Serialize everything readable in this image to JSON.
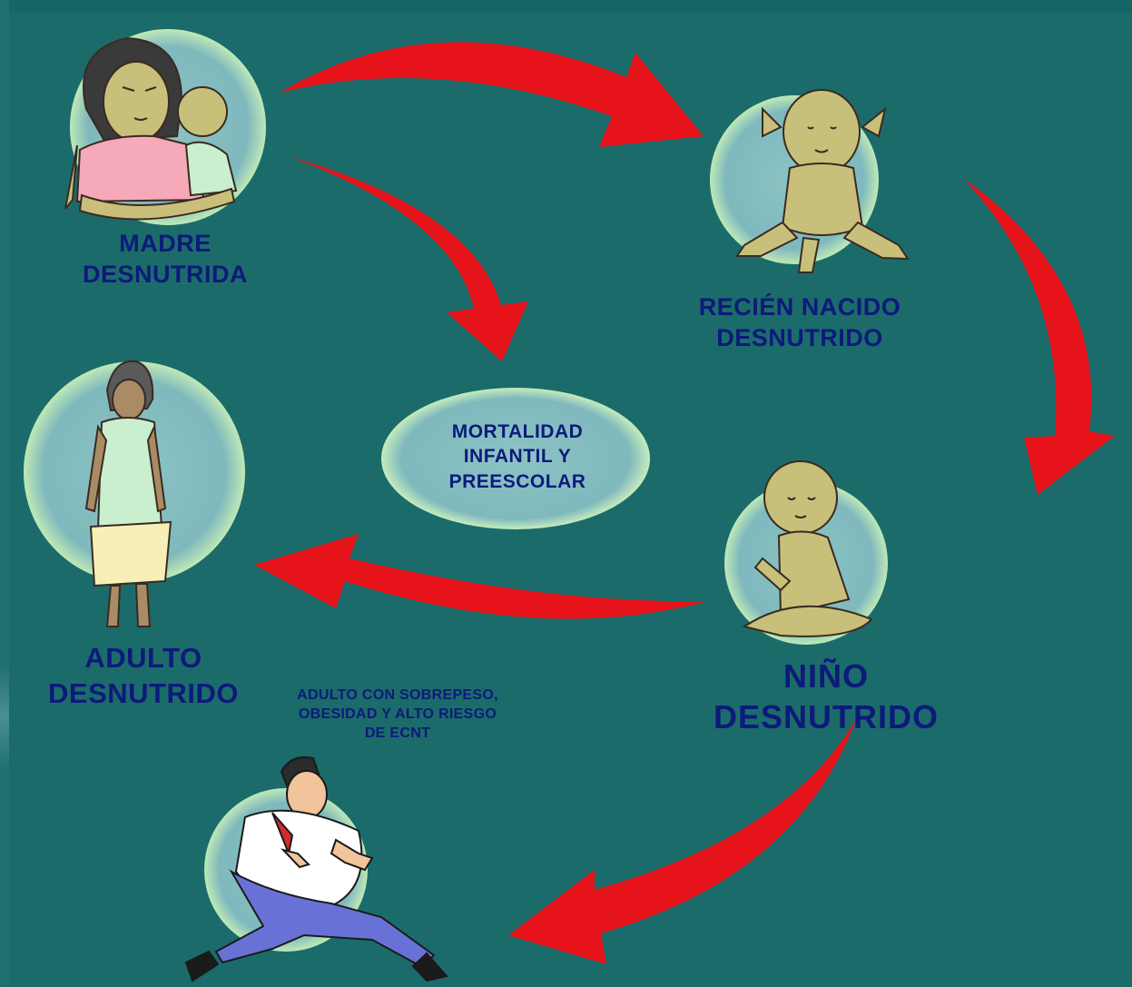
{
  "nodes": {
    "madre": {
      "line1": "MADRE",
      "line2": "DESNUTRIDA"
    },
    "recien": {
      "line1": "RECIÉN NACIDO",
      "line2": "DESNUTRIDO"
    },
    "mortalidad": {
      "line1": "MORTALIDAD",
      "line2": "INFANTIL Y",
      "line3": "PREESCOLAR"
    },
    "adulto": {
      "line1": "ADULTO",
      "line2": "DESNUTRIDO"
    },
    "obeso": {
      "line1": "ADULTO CON SOBREPESO,",
      "line2": "OBESIDAD Y ALTO RIESGO",
      "line3": "DE ECNT"
    },
    "nino": {
      "line1": "NIÑO",
      "line2": "DESNUTRIDO"
    }
  },
  "colors": {
    "arrow": "#e8141c",
    "label": "#0d1a7a",
    "circle": "#7fb9bd",
    "circle_glow": "#b9e8b4",
    "frame": "#1b6b6b"
  }
}
